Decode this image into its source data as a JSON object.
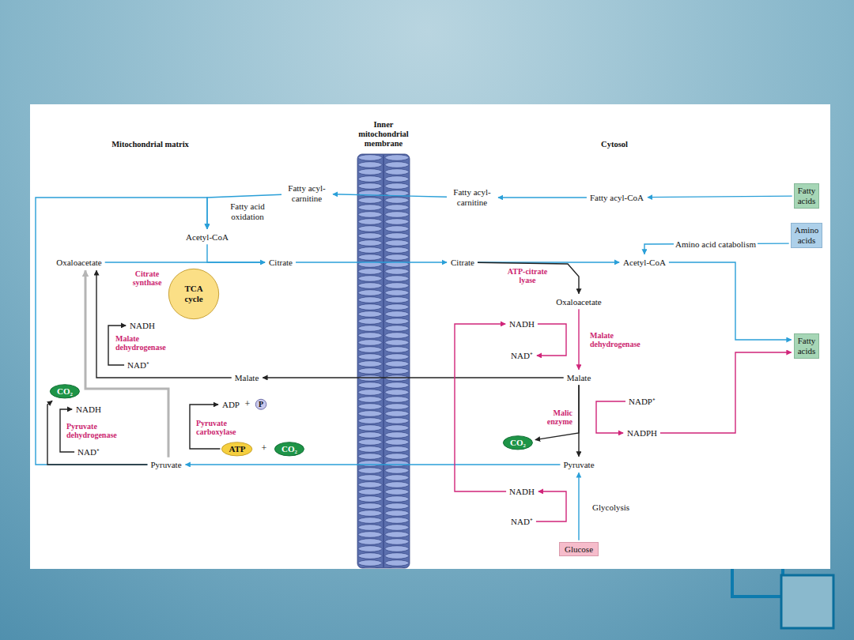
{
  "diagram": {
    "nodes": [
      {
        "text": [
          "Fatty acids"
        ]
      },
      {
        "text": [
          "Amino acids"
        ]
      },
      {
        "text": [
          "Fatty acyl-CoA"
        ]
      },
      {
        "text": [
          "Fatty acyl- carnitine"
        ]
      },
      {
        "text": [
          "Fatty acyl- carnitine"
        ]
      },
      {
        "text": [
          "Acetyl-CoA"
        ]
      },
      {
        "text": [
          "Oxaloacetate"
        ]
      },
      {
        "text": [
          "TCA cycle"
        ]
      },
      {
        "text": [
          "Citrate"
        ]
      },
      {
        "text": [
          "Citrate"
        ]
      },
      {
        "text": [
          "Acetyl-CoA"
        ]
      },
      {
        "text": [
          "Oxaloacetate"
        ]
      },
      {
        "text": [
          "NADH"
        ]
      },
      {
        "text": [
          "NAD⁺"
        ]
      },
      {
        "text": [
          "Fatty acids"
        ]
      },
      {
        "text": [
          "NADH"
        ]
      },
      {
        "text": [
          "NAD⁺"
        ]
      },
      {
        "text": [
          "Malate"
        ]
      },
      {
        "text": [
          "Malate"
        ]
      },
      {
        "text": [
          "CO₂"
        ]
      },
      {
        "text": [
          "NADH"
        ]
      },
      {
        "text": [
          "NAD⁺"
        ]
      },
      {
        "text": [
          "ADP"
        ]
      },
      {
        "text": [
          "P"
        ]
      },
      {
        "text": [
          "ATP"
        ]
      },
      {
        "text": [
          "CO₂"
        ]
      },
      {
        "text": [
          "NADP⁺"
        ]
      },
      {
        "text": [
          "NADPH"
        ]
      },
      {
        "text": [
          "CO₂"
        ]
      },
      {
        "text": [
          "Pyruvate"
        ]
      },
      {
        "text": [
          "Pyruvate"
        ]
      },
      {
        "text": [
          "NADH"
        ]
      },
      {
        "text": [
          "NAD⁺"
        ]
      },
      {
        "text": [
          "Glucose"
        ]
      }
    ],
    "edges": [
      {
        "from": 0,
        "to": 2,
        "arrow": "to"
      },
      {
        "from": 2,
        "to": 3,
        "arrow": "to"
      },
      {
        "from": 3,
        "to": 4,
        "arrow": "to"
      },
      {
        "from": 4,
        "to": 5,
        "label": "Fatty acid oxidation",
        "arrow": "to"
      },
      {
        "from": 5,
        "to": 8,
        "arrow": "to"
      },
      {
        "from": 6,
        "to": 8,
        "arrow": "to"
      },
      {
        "from": 8,
        "to": 9,
        "arrow": "to"
      },
      {
        "from": 9,
        "to": 10,
        "arrow": "to"
      },
      {
        "from": 9,
        "to": 11,
        "arrow": "to"
      },
      {
        "from": 1,
        "to": 10,
        "label": "Amino acid catabolism",
        "arrow": "to"
      },
      {
        "from": 10,
        "to": 14,
        "arrow": "to"
      },
      {
        "from": 11,
        "to": 18,
        "arrow": "to"
      },
      {
        "from": 12,
        "to": 13,
        "arrow": "to"
      },
      {
        "from": 18,
        "to": 17,
        "arrow": "to"
      },
      {
        "from": 17,
        "to": 6,
        "arrow": "to"
      },
      {
        "from": 16,
        "to": 15,
        "arrow": "to"
      },
      {
        "from": 18,
        "to": 30,
        "arrow": "to"
      },
      {
        "from": 26,
        "to": 27,
        "arrow": "to"
      },
      {
        "from": 27,
        "to": 14,
        "arrow": "to"
      },
      {
        "from": 18,
        "to": 28,
        "arrow": "to"
      },
      {
        "from": 30,
        "to": 29,
        "arrow": "to"
      },
      {
        "from": 33,
        "to": 30,
        "label": "Glycolysis",
        "arrow": "to"
      },
      {
        "from": 32,
        "to": 31,
        "arrow": "to"
      },
      {
        "from": 31,
        "to": 12,
        "arrow": "to"
      },
      {
        "from": 29,
        "to": 6,
        "arrow": "to"
      },
      {
        "from": 24,
        "to": 22,
        "arrow": "to"
      },
      {
        "from": 29,
        "to": 5,
        "arrow": "to"
      },
      {
        "from": 21,
        "to": 20,
        "arrow": "to"
      },
      {
        "from": 29,
        "to": 19,
        "arrow": "to"
      }
    ],
    "labels": [
      "Mitochondrial matrix",
      "Inner mitochondrial membrane",
      "Cytosol",
      "Citrate synthase",
      "ATP-citrate lyase",
      "Malate dehydrogenase",
      "Malate dehydrogenase",
      "Pyruvate dehydrogenase",
      "Pyruvate carboxylase",
      "Malic enzyme",
      "+",
      "+"
    ]
  }
}
